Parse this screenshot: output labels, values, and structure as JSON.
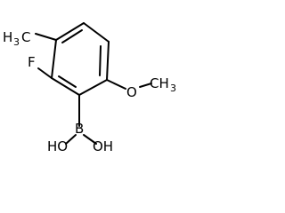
{
  "molecule": {
    "atoms": {
      "methyl_main": "H",
      "methyl_sub": "3",
      "methyl_tail": "C",
      "fluorine": "F",
      "oxygen_ether": "O",
      "methyl_right": "CH",
      "methyl_right_sub": "3",
      "boron": "B",
      "hydroxy_left": "HO",
      "hydroxy_right": "OH"
    },
    "colors": {
      "bond": "#000000",
      "text": "#000000",
      "background": "#ffffff"
    }
  }
}
